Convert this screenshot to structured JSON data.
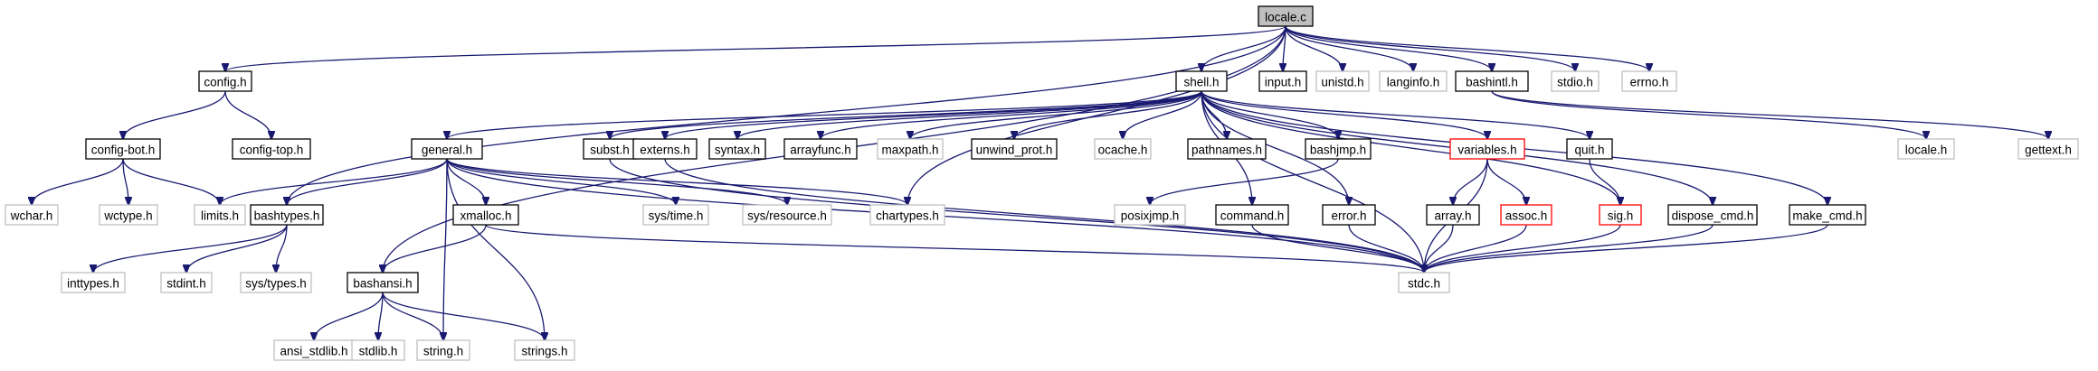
{
  "colors": {
    "edge": "#191970",
    "node_default_border": "#000000",
    "node_external_border": "#bfbfbf",
    "node_red_border": "#ff0000",
    "root_fill": "#bfbfbf"
  },
  "nodes": [
    {
      "id": "locale_c",
      "label": "locale.c",
      "style": "root"
    },
    {
      "id": "config_h",
      "label": "config.h",
      "style": "doc"
    },
    {
      "id": "shell_h",
      "label": "shell.h",
      "style": "doc"
    },
    {
      "id": "input_h",
      "label": "input.h",
      "style": "doc"
    },
    {
      "id": "unistd_h",
      "label": "unistd.h",
      "style": "ext"
    },
    {
      "id": "langinfo_h",
      "label": "langinfo.h",
      "style": "ext"
    },
    {
      "id": "bashintl_h",
      "label": "bashintl.h",
      "style": "doc"
    },
    {
      "id": "stdio_h",
      "label": "stdio.h",
      "style": "ext"
    },
    {
      "id": "errno_h",
      "label": "errno.h",
      "style": "ext"
    },
    {
      "id": "config_bot_h",
      "label": "config-bot.h",
      "style": "doc"
    },
    {
      "id": "config_top_h",
      "label": "config-top.h",
      "style": "doc"
    },
    {
      "id": "wchar_h",
      "label": "wchar.h",
      "style": "ext"
    },
    {
      "id": "wctype_h",
      "label": "wctype.h",
      "style": "ext"
    },
    {
      "id": "limits_h",
      "label": "limits.h",
      "style": "ext"
    },
    {
      "id": "general_h",
      "label": "general.h",
      "style": "doc"
    },
    {
      "id": "subst_h",
      "label": "subst.h",
      "style": "doc"
    },
    {
      "id": "externs_h",
      "label": "externs.h",
      "style": "doc"
    },
    {
      "id": "syntax_h",
      "label": "syntax.h",
      "style": "doc"
    },
    {
      "id": "arrayfunc_h",
      "label": "arrayfunc.h",
      "style": "doc"
    },
    {
      "id": "maxpath_h",
      "label": "maxpath.h",
      "style": "ext"
    },
    {
      "id": "unwind_prot_h",
      "label": "unwind_prot.h",
      "style": "doc"
    },
    {
      "id": "ocache_h",
      "label": "ocache.h",
      "style": "ext"
    },
    {
      "id": "pathnames_h",
      "label": "pathnames.h",
      "style": "doc"
    },
    {
      "id": "bashjmp_h",
      "label": "bashjmp.h",
      "style": "doc"
    },
    {
      "id": "variables_h",
      "label": "variables.h",
      "style": "red"
    },
    {
      "id": "quit_h",
      "label": "quit.h",
      "style": "doc"
    },
    {
      "id": "locale_h",
      "label": "locale.h",
      "style": "ext"
    },
    {
      "id": "gettext_h",
      "label": "gettext.h",
      "style": "ext"
    },
    {
      "id": "bashtypes_h",
      "label": "bashtypes.h",
      "style": "doc"
    },
    {
      "id": "xmalloc_h",
      "label": "xmalloc.h",
      "style": "doc"
    },
    {
      "id": "sys_time_h",
      "label": "sys/time.h",
      "style": "ext"
    },
    {
      "id": "sys_resource_h",
      "label": "sys/resource.h",
      "style": "ext"
    },
    {
      "id": "chartypes_h",
      "label": "chartypes.h",
      "style": "ext"
    },
    {
      "id": "posixjmp_h",
      "label": "posixjmp.h",
      "style": "ext"
    },
    {
      "id": "command_h",
      "label": "command.h",
      "style": "doc"
    },
    {
      "id": "error_h",
      "label": "error.h",
      "style": "doc"
    },
    {
      "id": "array_h",
      "label": "array.h",
      "style": "doc"
    },
    {
      "id": "assoc_h",
      "label": "assoc.h",
      "style": "red"
    },
    {
      "id": "sig_h",
      "label": "sig.h",
      "style": "red"
    },
    {
      "id": "dispose_cmd_h",
      "label": "dispose_cmd.h",
      "style": "doc"
    },
    {
      "id": "make_cmd_h",
      "label": "make_cmd.h",
      "style": "doc"
    },
    {
      "id": "inttypes_h",
      "label": "inttypes.h",
      "style": "ext"
    },
    {
      "id": "stdint_h",
      "label": "stdint.h",
      "style": "ext"
    },
    {
      "id": "sys_types_h",
      "label": "sys/types.h",
      "style": "ext"
    },
    {
      "id": "bashansi_h",
      "label": "bashansi.h",
      "style": "doc"
    },
    {
      "id": "stdc_h",
      "label": "stdc.h",
      "style": "ext"
    },
    {
      "id": "ansi_stdlib_h",
      "label": "ansi_stdlib.h",
      "style": "ext"
    },
    {
      "id": "stdlib_h",
      "label": "stdlib.h",
      "style": "ext"
    },
    {
      "id": "string_h",
      "label": "string.h",
      "style": "ext"
    },
    {
      "id": "strings_h",
      "label": "strings.h",
      "style": "ext"
    }
  ],
  "edges": [
    [
      "locale_c",
      "config_h"
    ],
    [
      "locale_c",
      "bashtypes_h"
    ],
    [
      "locale_c",
      "bashansi_h"
    ],
    [
      "locale_c",
      "chartypes_h"
    ],
    [
      "locale_c",
      "shell_h"
    ],
    [
      "locale_c",
      "input_h"
    ],
    [
      "locale_c",
      "unistd_h"
    ],
    [
      "locale_c",
      "langinfo_h"
    ],
    [
      "locale_c",
      "bashintl_h"
    ],
    [
      "locale_c",
      "stdio_h"
    ],
    [
      "locale_c",
      "errno_h"
    ],
    [
      "config_h",
      "config_bot_h"
    ],
    [
      "config_h",
      "config_top_h"
    ],
    [
      "config_bot_h",
      "wchar_h"
    ],
    [
      "config_bot_h",
      "wctype_h"
    ],
    [
      "config_bot_h",
      "limits_h"
    ],
    [
      "shell_h",
      "general_h"
    ],
    [
      "shell_h",
      "subst_h"
    ],
    [
      "shell_h",
      "externs_h"
    ],
    [
      "shell_h",
      "syntax_h"
    ],
    [
      "shell_h",
      "arrayfunc_h"
    ],
    [
      "shell_h",
      "maxpath_h"
    ],
    [
      "shell_h",
      "unwind_prot_h"
    ],
    [
      "shell_h",
      "ocache_h"
    ],
    [
      "shell_h",
      "pathnames_h"
    ],
    [
      "shell_h",
      "bashjmp_h"
    ],
    [
      "shell_h",
      "variables_h"
    ],
    [
      "shell_h",
      "quit_h"
    ],
    [
      "shell_h",
      "command_h"
    ],
    [
      "shell_h",
      "error_h"
    ],
    [
      "shell_h",
      "sig_h"
    ],
    [
      "shell_h",
      "dispose_cmd_h"
    ],
    [
      "shell_h",
      "make_cmd_h"
    ],
    [
      "shell_h",
      "stdc_h"
    ],
    [
      "bashintl_h",
      "locale_h"
    ],
    [
      "bashintl_h",
      "gettext_h"
    ],
    [
      "general_h",
      "limits_h"
    ],
    [
      "general_h",
      "bashtypes_h"
    ],
    [
      "general_h",
      "xmalloc_h"
    ],
    [
      "general_h",
      "sys_time_h"
    ],
    [
      "general_h",
      "sys_resource_h"
    ],
    [
      "general_h",
      "chartypes_h"
    ],
    [
      "general_h",
      "stdc_h"
    ],
    [
      "general_h",
      "string_h"
    ],
    [
      "general_h",
      "strings_h"
    ],
    [
      "bashtypes_h",
      "inttypes_h"
    ],
    [
      "bashtypes_h",
      "stdint_h"
    ],
    [
      "bashtypes_h",
      "sys_types_h"
    ],
    [
      "xmalloc_h",
      "bashansi_h"
    ],
    [
      "xmalloc_h",
      "stdc_h"
    ],
    [
      "bashansi_h",
      "ansi_stdlib_h"
    ],
    [
      "bashansi_h",
      "stdlib_h"
    ],
    [
      "bashansi_h",
      "string_h"
    ],
    [
      "bashansi_h",
      "strings_h"
    ],
    [
      "subst_h",
      "stdc_h"
    ],
    [
      "externs_h",
      "stdc_h"
    ],
    [
      "bashjmp_h",
      "posixjmp_h"
    ],
    [
      "variables_h",
      "array_h"
    ],
    [
      "variables_h",
      "assoc_h"
    ],
    [
      "variables_h",
      "stdc_h"
    ],
    [
      "quit_h",
      "sig_h"
    ],
    [
      "command_h",
      "stdc_h"
    ],
    [
      "error_h",
      "stdc_h"
    ],
    [
      "array_h",
      "stdc_h"
    ],
    [
      "assoc_h",
      "stdc_h"
    ],
    [
      "sig_h",
      "stdc_h"
    ],
    [
      "dispose_cmd_h",
      "stdc_h"
    ],
    [
      "make_cmd_h",
      "stdc_h"
    ]
  ]
}
